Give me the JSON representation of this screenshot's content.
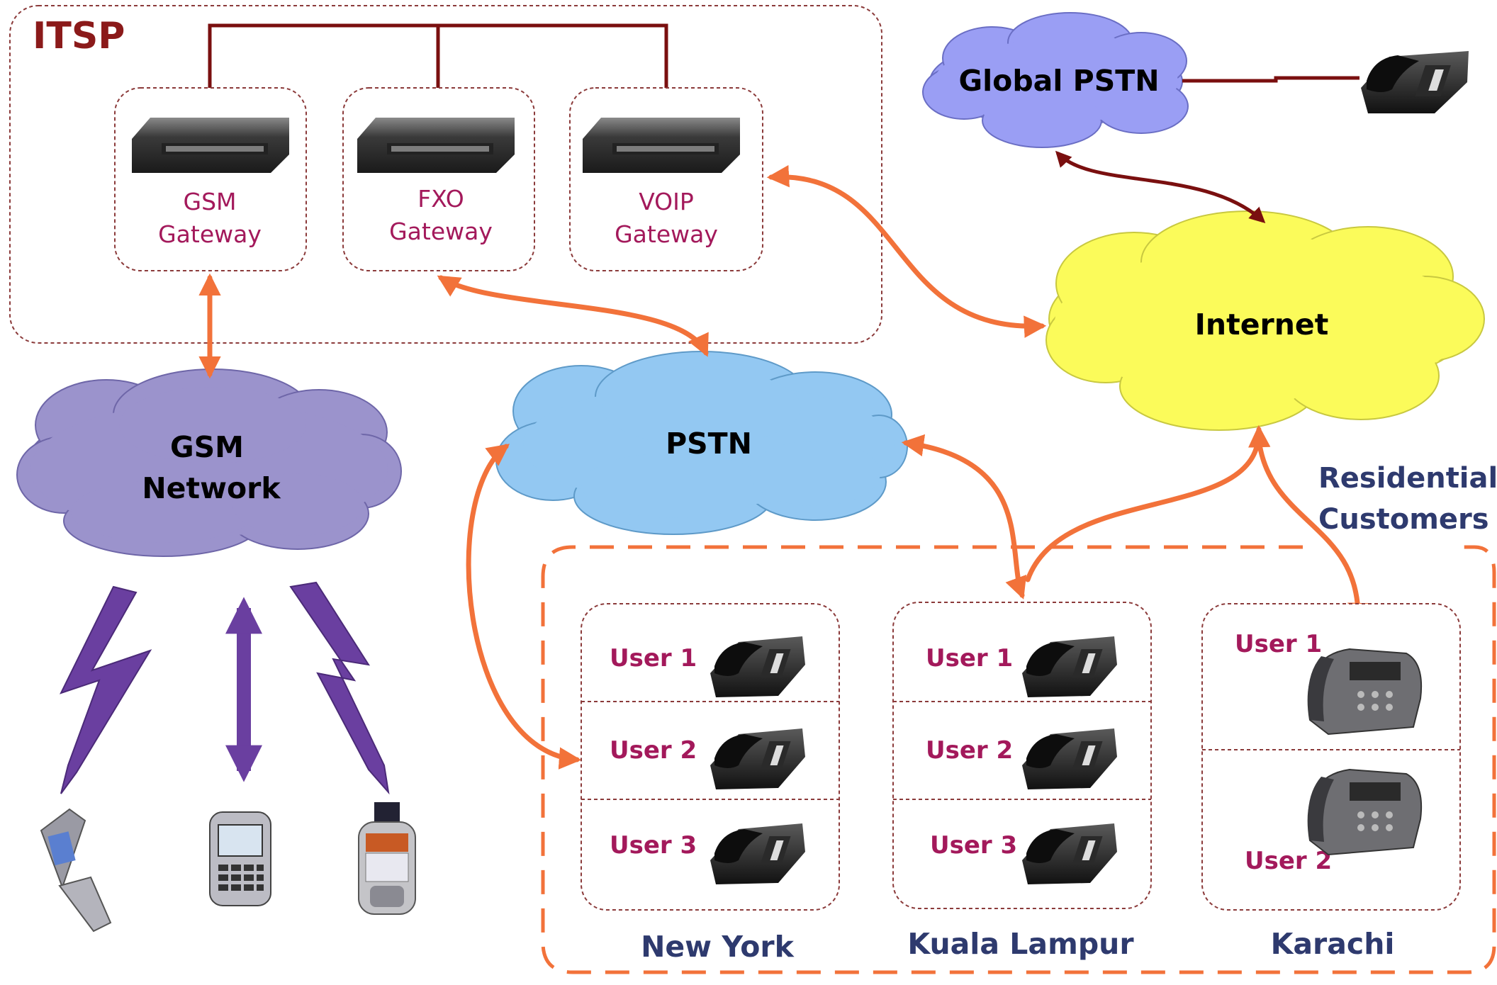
{
  "colors": {
    "itsp_text": "#8b1a1a",
    "gateway_text": "#a3195b",
    "dark_red_line": "#7a0f0f",
    "orange_link": "#f2723a",
    "purple_signal": "#6a3fa0",
    "city_text": "#2e3a6e",
    "gsm_cloud": "#9b93cc",
    "pstn_cloud": "#93c8f2",
    "global_pstn_cloud": "#9a9ef4",
    "internet_cloud": "#fbfb5a"
  },
  "itsp": {
    "label": "ITSP",
    "gateways": [
      {
        "line1": "GSM",
        "line2": "Gateway",
        "icon": "network-switch-icon"
      },
      {
        "line1": "FXO",
        "line2": "Gateway",
        "icon": "network-switch-icon"
      },
      {
        "line1": "VOIP",
        "line2": "Gateway",
        "icon": "network-switch-icon"
      }
    ]
  },
  "clouds": {
    "global_pstn": "Global PSTN",
    "internet": "Internet",
    "pstn": "PSTN",
    "gsm_line1": "GSM",
    "gsm_line2": "Network"
  },
  "residential": {
    "line1": "Residential",
    "line2": "Customers",
    "locations": [
      {
        "city": "New York",
        "users": [
          "User 1",
          "User 2",
          "User 3"
        ],
        "icon": "desk-phone-icon"
      },
      {
        "city": "Kuala Lampur",
        "users": [
          "User 1",
          "User 2",
          "User 3"
        ],
        "icon": "desk-phone-icon"
      },
      {
        "city": "Karachi",
        "users": [
          "User 1",
          "User 2"
        ],
        "icon": "conference-phone-icon"
      }
    ]
  },
  "mobile_devices": [
    "flip-phone-icon",
    "smartphone-icon",
    "pda-icon"
  ]
}
